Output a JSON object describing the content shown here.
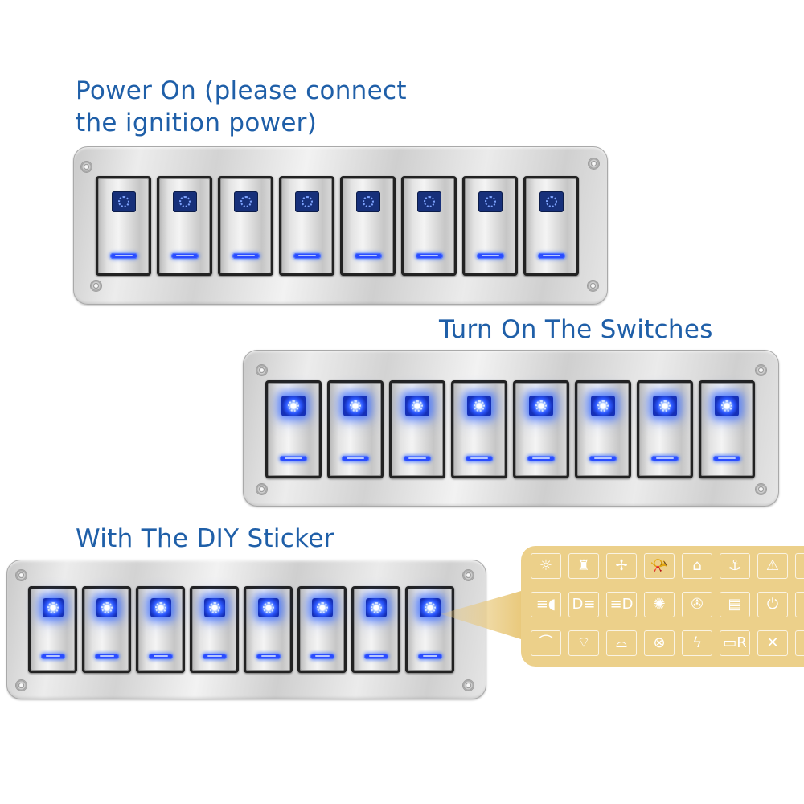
{
  "captions": {
    "power_on_line1": "Power On (please connect",
    "power_on_line2": "the ignition power)",
    "turn_on": "Turn On The Switches",
    "diy_sticker": "With The DIY Sticker"
  },
  "panels": [
    {
      "name": "power-on-panel",
      "switch_count": 8,
      "backlight": "dim"
    },
    {
      "name": "turn-on-panel",
      "switch_count": 8,
      "backlight": "lit"
    },
    {
      "name": "diy-sticker-panel",
      "switch_count": 8,
      "backlight": "lit"
    }
  ],
  "colors": {
    "caption_blue": "#1f5fa8",
    "led_blue": "#2c58ff",
    "sticker_gold": "#ecd08a"
  },
  "sticker_icons": [
    [
      "sun-icon",
      "beacon-icon",
      "fan-icon",
      "horn-icon",
      "faucet-icon",
      "anchor-icon",
      "warning-icon",
      "work-light-icon"
    ],
    [
      "fog-light-icon",
      "low-beam-icon",
      "high-beam-icon",
      "defrost-icon",
      "mercedes-star-icon",
      "light-bar-icon",
      "power-icon",
      "interior-light-icon"
    ],
    [
      "wiper-icon",
      "washer-icon",
      "wiper-front-icon",
      "lamp-icon",
      "lightning-icon",
      "horn-r-icon",
      "fuse-icon",
      "rear-light-icon"
    ]
  ],
  "sticker_glyphs": [
    [
      "☼",
      "♜",
      "✢",
      "📯",
      "⌂",
      "⚓",
      "⚠",
      ""
    ],
    [
      "≡◖",
      "D≡",
      "≡D",
      "✺",
      "✇",
      "▤",
      "⏻",
      ""
    ],
    [
      "⌒",
      "⌔",
      "⌓",
      "⊗",
      "ϟ",
      "▭R",
      "✕",
      ""
    ]
  ]
}
